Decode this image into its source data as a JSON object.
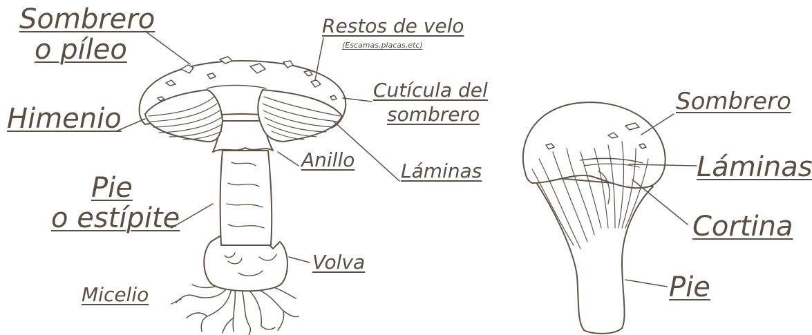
{
  "diagram": {
    "left": {
      "sombrero_line1": "Sombrero",
      "sombrero_line2": "o  píleo",
      "himenio": "Himenio",
      "pie_line1": "Pie",
      "pie_line2": "o estípite",
      "micelio": "Micelio",
      "restos": "Restos  de  velo",
      "restos_sub": "(Escamas,placas,etc)",
      "cuticula_line1": "Cutícula  del",
      "cuticula_line2": "sombrero",
      "anillo": "Anillo",
      "laminas": "Láminas",
      "volva": "Volva"
    },
    "right": {
      "sombrero": "Sombrero",
      "laminas": "Láminas",
      "cortina": "Cortina",
      "pie": "Pie"
    }
  },
  "colors": {
    "ink": "#5a4d42",
    "line": "#5e5148",
    "fill": "#ffffff"
  }
}
